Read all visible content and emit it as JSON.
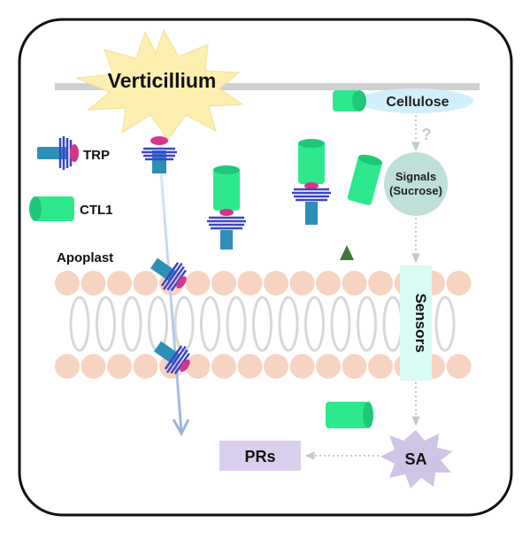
{
  "labels": {
    "verticillium": "Verticillium",
    "cellulose": "Cellulose",
    "question": "?",
    "trp": "TRP",
    "ctl1": "CTL1",
    "apoplast": "Apoplast",
    "signals_line1": "Signals",
    "signals_line2": "(Sucrose)",
    "sensors": "Sensors",
    "sa": "SA",
    "prs": "PRs"
  },
  "colors": {
    "burst": "#fcefb0",
    "wall": "#d0d0d0",
    "ctl1": "#2ee88d",
    "trp_body": "#2c8fb8",
    "trp_fins": "#3a45c8",
    "trp_cap": "#d6348a",
    "lipid_head": "#f7d4c2",
    "lipid_tail": "#d8d8d8",
    "cellulose": "#d2f0fb",
    "signals": "#bfe0d8",
    "sensors": "#d8fbf3",
    "sa": "#cfc3e6",
    "prs": "#d9cfec",
    "up_arrow": "#3f7a3a",
    "down_arrow": "#a9bfe2"
  }
}
